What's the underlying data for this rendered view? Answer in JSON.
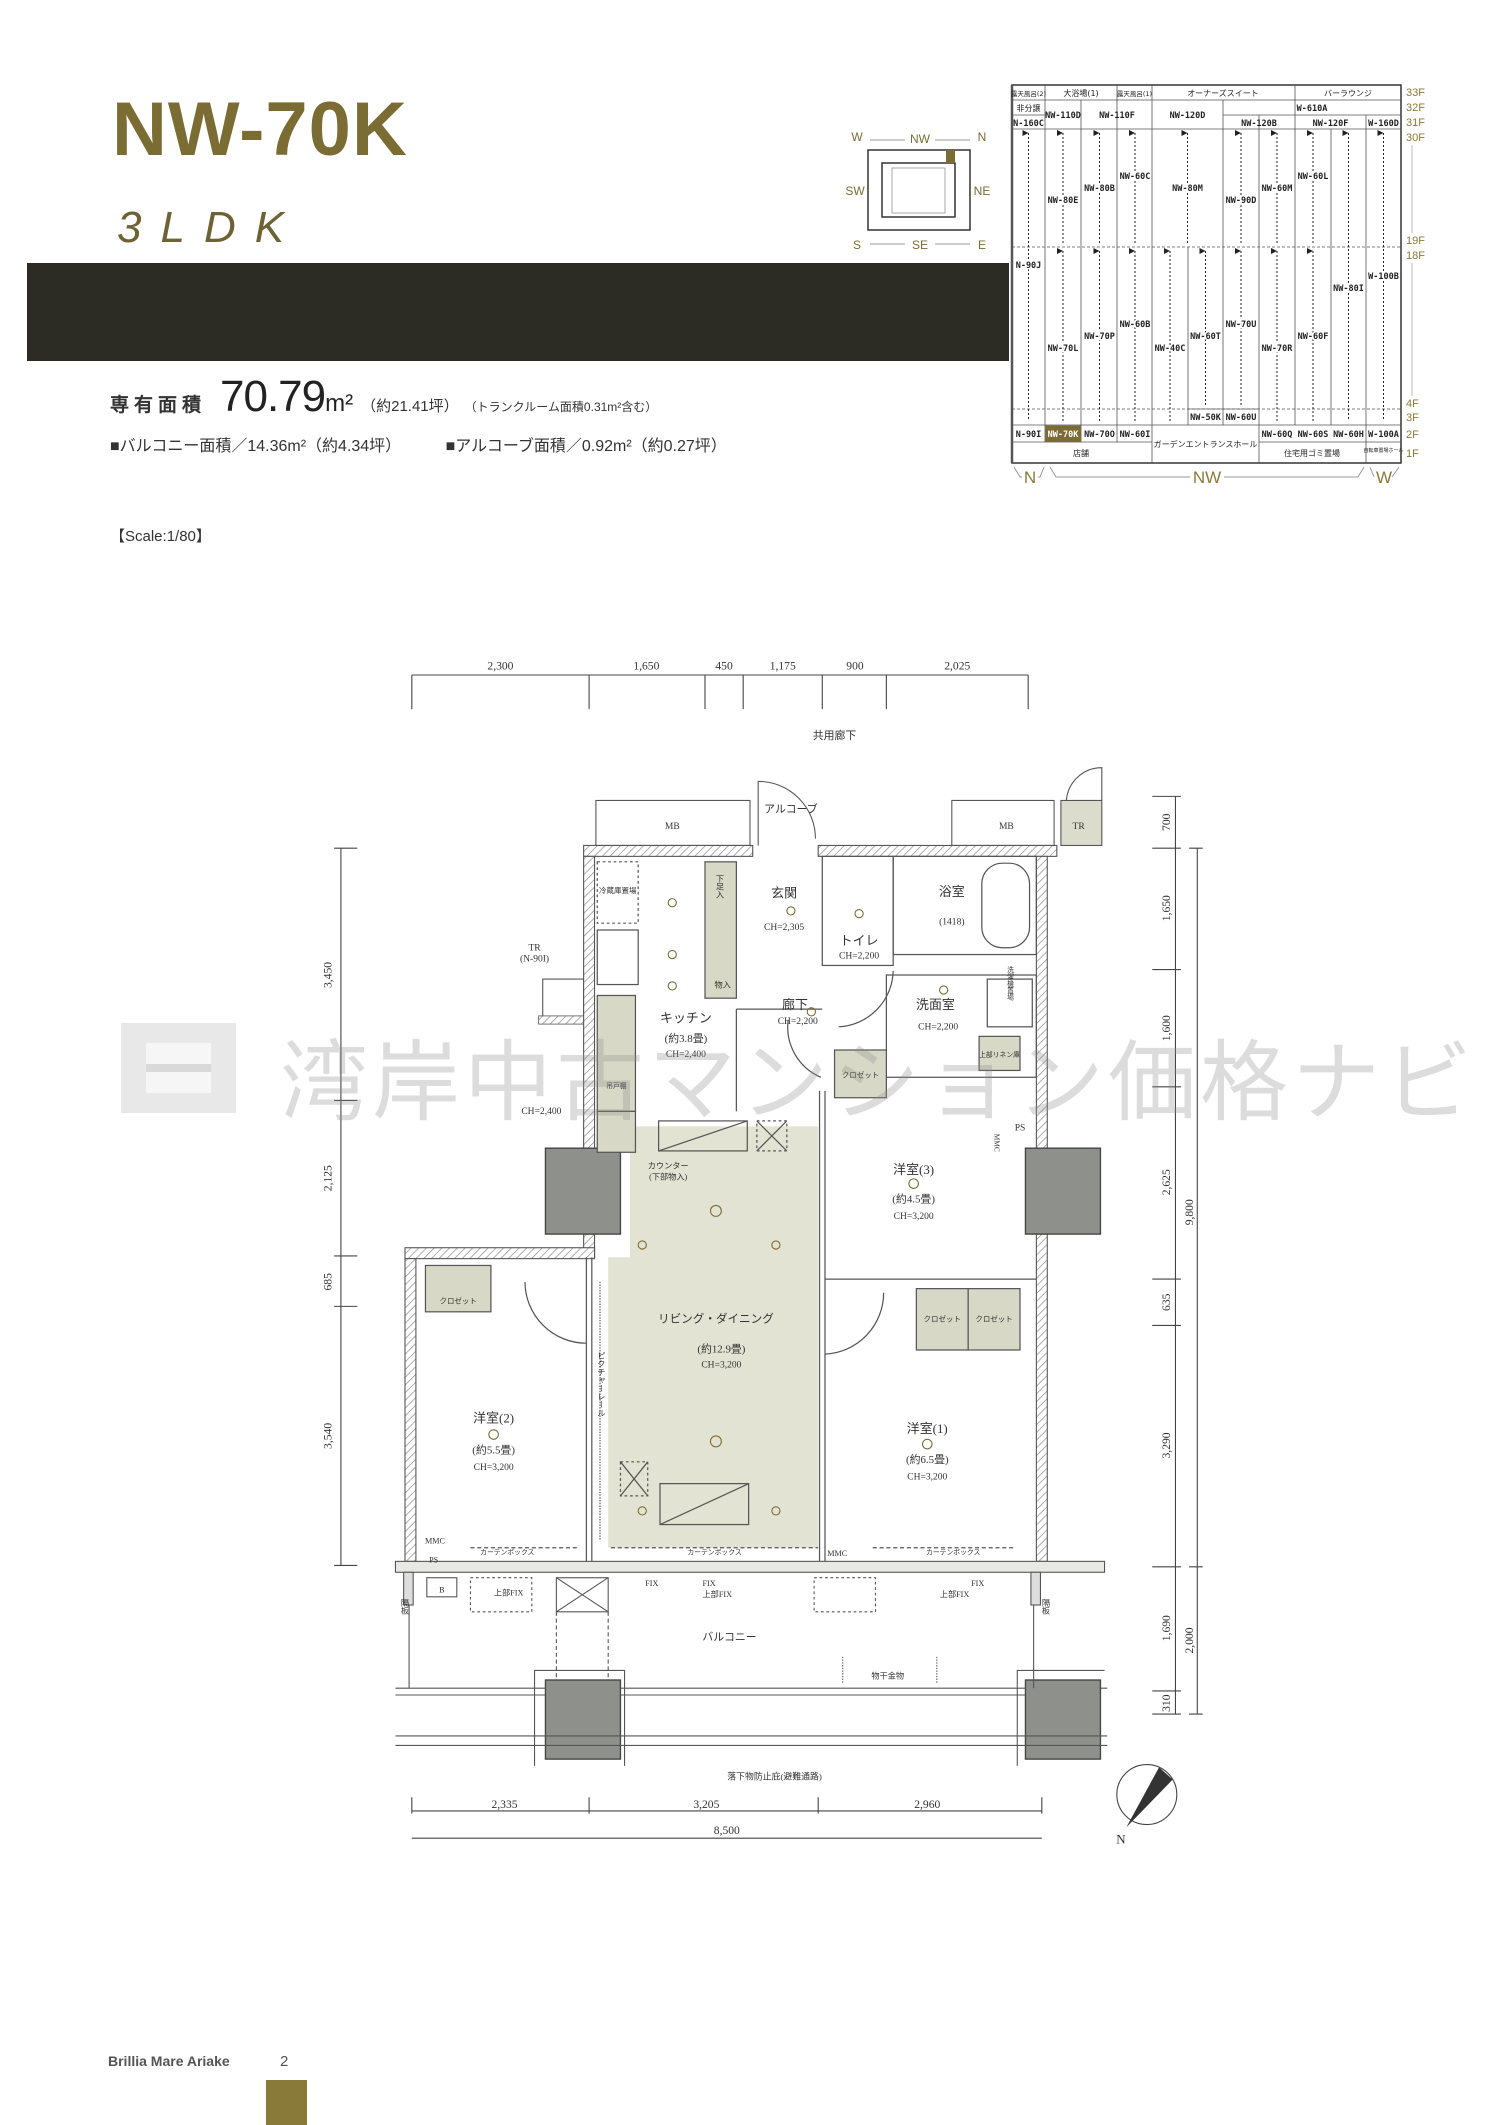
{
  "header": {
    "unit_code": "NW-70K",
    "layout_type": "3LDK"
  },
  "orientation": {
    "nw": "NW",
    "ne": "NE",
    "se": "SE",
    "sw": "SW",
    "n": "N",
    "e": "E",
    "s": "S",
    "w": "W"
  },
  "area": {
    "label": "専有面積",
    "value": "70.79",
    "unit": "m²",
    "tsubo": "（約21.41坪）",
    "note": "（トランクルーム面積0.31m²含む）",
    "balcony": "■バルコニー面積／14.36m²（約4.34坪）",
    "alcove": "■アルコーブ面積／0.92m²（約0.27坪）"
  },
  "scale": "【Scale:1/80】",
  "key_plan": {
    "floors": [
      "33F",
      "32F",
      "31F",
      "30F",
      "19F",
      "18F",
      "4F",
      "3F",
      "2F",
      "1F"
    ],
    "top_row": [
      "露天風呂(2)",
      "大浴場(1)",
      "露天風呂(1)",
      "オーナーズスイート",
      "バーラウンジ"
    ],
    "row32": [
      "非分譲",
      "NW-110D",
      "NW-110F",
      "NW-120D",
      "W-610A"
    ],
    "row31": [
      "N-160C",
      "NW-120B",
      "NW-120F",
      "W-160D"
    ],
    "upper": [
      "NW-80E",
      "NW-80B",
      "NW-60C",
      "NW-80M",
      "NW-90D",
      "NW-60M",
      "NW-60L"
    ],
    "tall": [
      "N-90J",
      "NW-80I",
      "W-100B"
    ],
    "lower": [
      "NW-70L",
      "NW-70P",
      "NW-60B",
      "NW-40C",
      "NW-60T",
      "NW-70U",
      "NW-70R",
      "NW-60F"
    ],
    "row3": [
      "NW-50K",
      "NW-60U"
    ],
    "row2": [
      "N-90I",
      "NW-70K",
      "NW-70O",
      "NW-60I",
      "NW-60Q",
      "NW-60S",
      "NW-60H",
      "W-100A"
    ],
    "row1": [
      "店舗",
      "ガーデンエントランスホール",
      "住宅用ゴミ置場",
      "自転車置場ホール"
    ],
    "wings": [
      "N",
      "NW",
      "W"
    ],
    "highlight_color": "#7b6c34"
  },
  "plan": {
    "top_dims": [
      "2,300",
      "1,650",
      "450",
      "1,175",
      "900",
      "2,025"
    ],
    "bottom_dims": [
      "2,335",
      "3,205",
      "2,960"
    ],
    "total_width": "8,500",
    "left_dims": [
      "3,450",
      "2,125",
      "685",
      "3,540"
    ],
    "right_dims": [
      "700",
      "1,650",
      "1,600",
      "2,625",
      "635",
      "3,290",
      "1,690",
      "310"
    ],
    "right_totals": [
      "9,800",
      "2,000"
    ],
    "corridor": "共用廊下",
    "alcove": "アルコーブ",
    "mb": "MB",
    "tr": "TR",
    "tr_left": "TR",
    "tr_left_sub": "(N-90I)",
    "entrance": {
      "name": "玄関",
      "ch": "CH=2,305"
    },
    "shoe": "下足入",
    "storage": "物入",
    "toilet": {
      "name": "トイレ",
      "ch": "CH=2,200"
    },
    "bath": {
      "name": "浴室",
      "size": "(1418)"
    },
    "hall": {
      "name": "廊下",
      "ch": "CH=2,200"
    },
    "washroom": {
      "name": "洗面室",
      "ch": "CH=2,200"
    },
    "washer": "洗濯機置場",
    "linen": "上部リネン庫",
    "fridge": "冷蔵庫置場",
    "hanging_cab": "吊戸棚",
    "kitchen": {
      "name": "キッチン",
      "size": "(約3.8畳)",
      "ch": "CH=2,400"
    },
    "ch_2400": "CH=2,400",
    "counter": "カウンター",
    "counter_sub": "(下部物入)",
    "closet": "クロゼット",
    "ps": "PS",
    "mmc": "MMC",
    "room3": {
      "name": "洋室(3)",
      "size": "(約4.5畳)",
      "ch": "CH=3,200"
    },
    "living": {
      "name": "リビング・ダイニング",
      "size": "(約12.9畳)",
      "ch": "CH=3,200"
    },
    "picture_rail": "ピクチャーレール",
    "room2": {
      "name": "洋室(2)",
      "size": "(約5.5畳)",
      "ch": "CH=3,200"
    },
    "room1": {
      "name": "洋室(1)",
      "size": "(約6.5畳)",
      "ch": "CH=3,200"
    },
    "curtain_box": "カーテンボックス",
    "fix": "FIX",
    "upper_fix": "上部FIX",
    "b": "B",
    "balcony": "バルコニー",
    "drying": "物干金物",
    "partition": "隔板",
    "canopy": "落下物防止庇(避難通路)",
    "north": "N"
  },
  "watermark": "湾岸中古マンション価格ナビ",
  "footer": {
    "brand": "Brillia Mare Ariake",
    "page": "2"
  }
}
